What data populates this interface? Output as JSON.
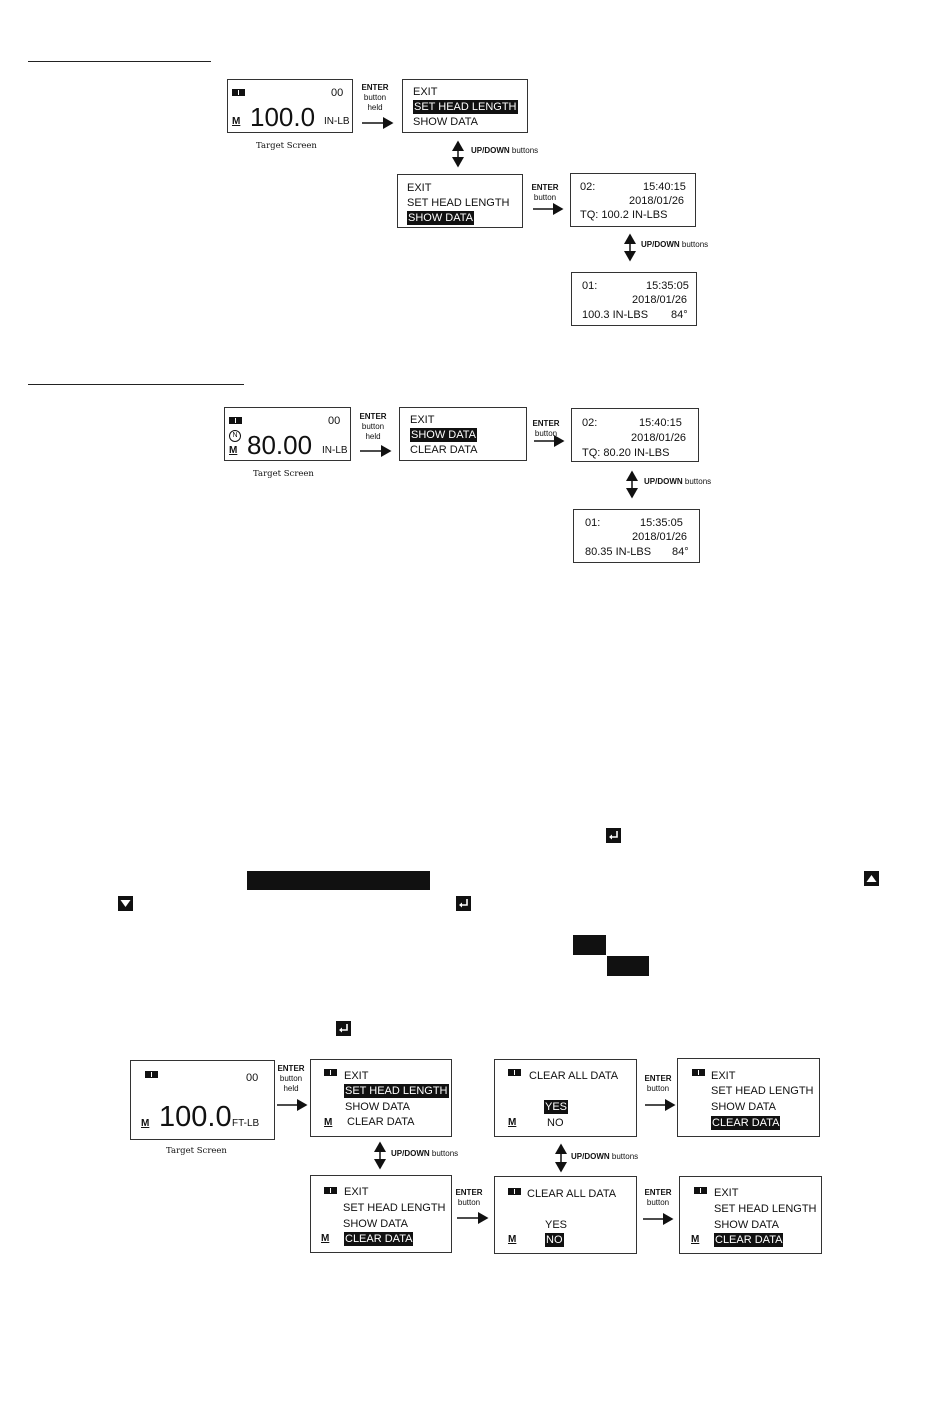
{
  "labels": {
    "enter": "ENTER",
    "button": "button",
    "held": "held",
    "updown": "UP/DOWN",
    "buttons": "buttons",
    "target_screen": "Target Screen"
  },
  "sec1": {
    "target": {
      "count": "00",
      "value": "100.0",
      "unit": "IN-LB",
      "mode": "M"
    },
    "menu_a": [
      "EXIT",
      "SET HEAD LENGTH",
      "SHOW DATA"
    ],
    "menu_b": [
      "EXIT",
      "SET HEAD LENGTH",
      "SHOW DATA"
    ],
    "data1": {
      "index": "02:",
      "time": "15:40:15",
      "date": "2018/01/26",
      "reading": "TQ:  100.2 IN-LBS"
    },
    "data2": {
      "index": "01:",
      "time": "15:35:05",
      "date": "2018/01/26",
      "reading": "100.3 IN-LBS",
      "angle": "84°"
    }
  },
  "sec2": {
    "target": {
      "count": "00",
      "value": "80.00",
      "unit": "IN-LB",
      "mode": "M"
    },
    "menu": [
      "EXIT",
      "SHOW DATA",
      "CLEAR DATA"
    ],
    "data1": {
      "index": "02:",
      "time": "15:40:15",
      "date": "2018/01/26",
      "reading": "TQ:  80.20 IN-LBS"
    },
    "data2": {
      "index": "01:",
      "time": "15:35:05",
      "date": "2018/01/26",
      "reading": "80.35 IN-LBS",
      "angle": "84°"
    }
  },
  "sec3": {
    "target": {
      "count": "00",
      "value": "100.0",
      "unit": "FT-LB",
      "mode": "M"
    },
    "menu": [
      "EXIT",
      "SET HEAD LENGTH",
      "SHOW DATA",
      "CLEAR DATA"
    ],
    "confirm": {
      "title": "CLEAR ALL DATA",
      "yes": "YES",
      "no": "NO"
    }
  }
}
